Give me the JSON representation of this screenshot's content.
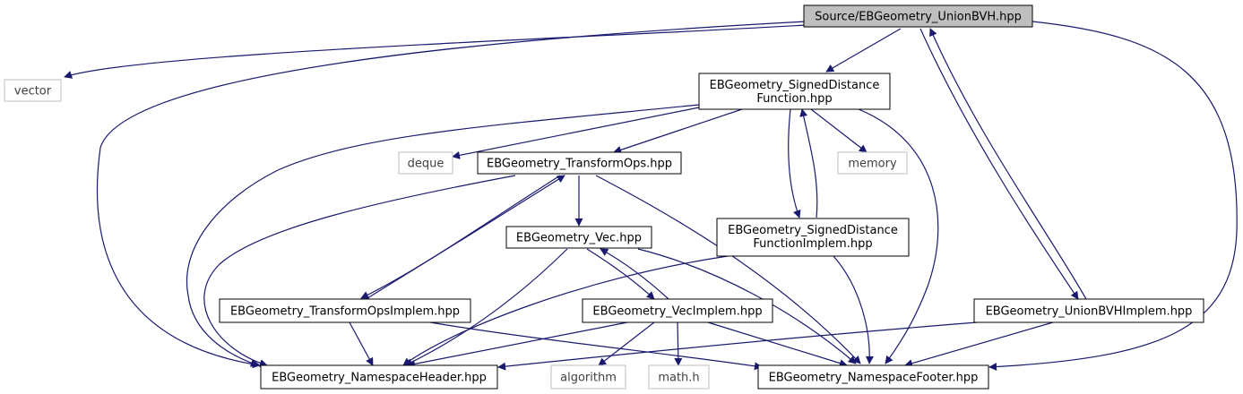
{
  "colors": {
    "edge": "#191970",
    "node_border": "#000000",
    "ext_border": "#bfbfbf",
    "root_fill": "#bfbfbf",
    "background": "#ffffff"
  },
  "nodes": {
    "root": "Source/EBGeometry_UnionBVH.hpp",
    "vector": "vector",
    "sdf_line1": "EBGeometry_SignedDistance",
    "sdf_line2": "Function.hpp",
    "deque": "deque",
    "transformops": "EBGeometry_TransformOps.hpp",
    "memory": "memory",
    "vec": "EBGeometry_Vec.hpp",
    "sdfimpl_line1": "EBGeometry_SignedDistance",
    "sdfimpl_line2": "FunctionImplem.hpp",
    "transformopsimpl": "EBGeometry_TransformOpsImplem.hpp",
    "vecimpl": "EBGeometry_VecImplem.hpp",
    "unionbvhimpl": "EBGeometry_UnionBVHImplem.hpp",
    "nsheader": "EBGeometry_NamespaceHeader.hpp",
    "algorithm": "algorithm",
    "mathh": "math.h",
    "nsfooter": "EBGeometry_NamespaceFooter.hpp"
  }
}
